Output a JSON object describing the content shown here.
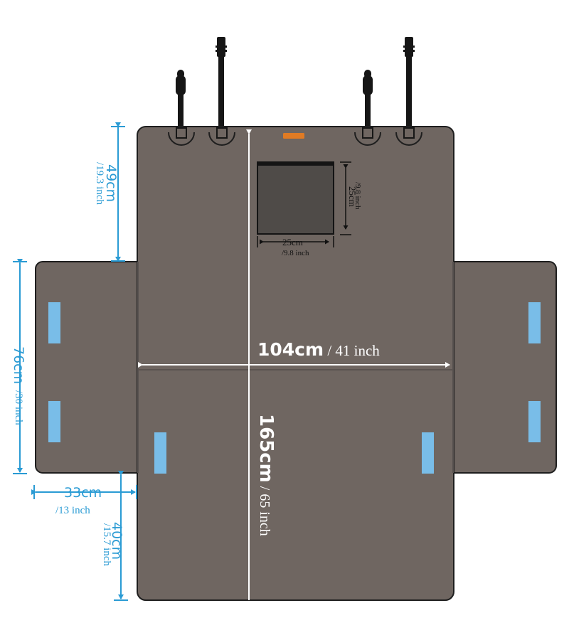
{
  "colors": {
    "mat": "#6f6661",
    "mat_dark": "#5e5652",
    "outline": "#1e1e1e",
    "strap": "#161616",
    "dimension": "#2a9bd4",
    "pad": "#79bde8",
    "white": "#ffffff",
    "tag": "#e07b24",
    "window": "#4f4b48"
  },
  "icons": {
    "top_strap": "buckle-strap-icon",
    "side_pad": "velcro-pad-icon",
    "brand_tag": "brand-tag-icon"
  },
  "dimensions": {
    "width_main": {
      "value": "104cm",
      "alt": " / 41 inch"
    },
    "length_main": {
      "value": "165cm",
      "alt": " / 65 inch"
    },
    "top_height": {
      "value": "49cm",
      "alt": "/19.3 inch"
    },
    "flap_height": {
      "value": "76cm",
      "alt": "/30 inch"
    },
    "flap_width": {
      "value": "33cm",
      "alt": "/13 inch"
    },
    "bottom_height": {
      "value": "40cm",
      "alt": "/15.7 inch"
    },
    "window_width": {
      "value": "25cm",
      "alt": "/9.8 inch"
    },
    "window_height": {
      "value": "25cm",
      "alt": "/9.8 inch"
    }
  }
}
